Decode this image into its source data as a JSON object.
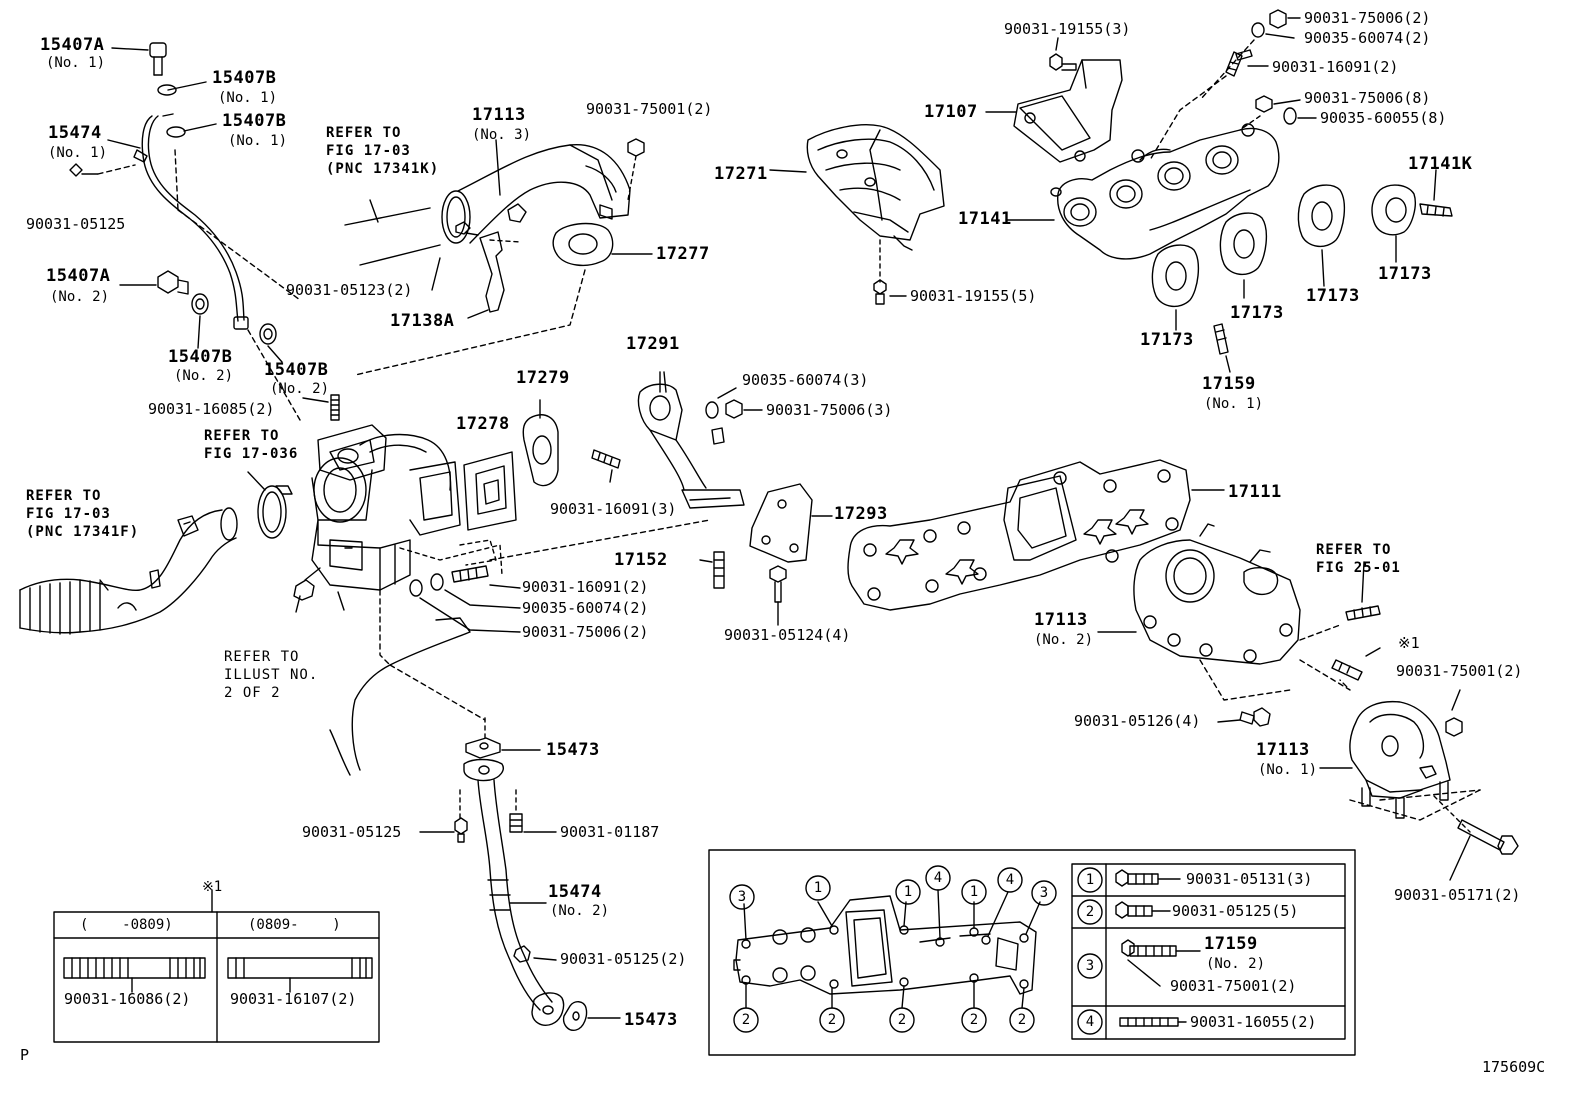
{
  "labels": {
    "p15407a_1": "15407A",
    "p15407a_1_sub": "(No. 1)",
    "p15407b_1a": "15407B",
    "p15407b_1a_sub": "(No. 1)",
    "p15407b_1b": "15407B",
    "p15407b_1b_sub": "(No. 1)",
    "p15474_1": "15474",
    "p15474_1_sub": "(No. 1)",
    "b9003105125_a": "90031-05125",
    "p15407a_2": "15407A",
    "p15407a_2_sub": "(No. 2)",
    "p15407b_2a": "15407B",
    "p15407b_2a_sub": "(No. 2)",
    "p15407b_2b": "15407B",
    "p15407b_2b_sub": "(No. 2)",
    "b9003116085": "90031-16085(2)",
    "ref1703_k": [
      "REFER TO",
      "FIG 17-03",
      "(PNC 17341K)"
    ],
    "p17113_3": "17113",
    "p17113_3_sub": "(No. 3)",
    "b9003175001_a": "90031-75001(2)",
    "b9003105123": "90031-05123(2)",
    "p17277": "17277",
    "p17138a": "17138A",
    "ref1703_6": [
      "REFER TO",
      "FIG 17-03"
    ],
    "ref1703_f": [
      "REFER TO",
      "FIG 17-03",
      "(PNC 17341F)"
    ],
    "p17278": "17278",
    "p17279": "17279",
    "p17291": "17291",
    "b9003560074_3": "90035-60074(3)",
    "b9003175006_3": "90031-75006(3)",
    "b9003116091_3": "90031-16091(3)",
    "p17293": "17293",
    "p17152": "17152",
    "b9003116091_2a": "90031-16091(2)",
    "b9003560074_2a": "90035-60074(2)",
    "b9003175006_2a": "90031-75006(2)",
    "b9003105124": "90031-05124(4)",
    "refillust": [
      "REFER TO",
      "ILLUST NO.",
      "2 OF 2"
    ],
    "b9003119155_3": "90031-19155(3)",
    "p17107": "17107",
    "p17271": "17271",
    "b9003119155_5": "90031-19155(5)",
    "b9003175006_2b": "90031-75006(2)",
    "b9003560074_2b": "90035-60074(2)",
    "b9003116091_2b": "90031-16091(2)",
    "b9003175006_8": "90031-75006(8)",
    "b9003560055_8": "90035-60055(8)",
    "p17141k": "17141K",
    "p17141": "17141",
    "p17173_a": "17173",
    "p17173_b": "17173",
    "p17173_c": "17173",
    "p17173_d": "17173",
    "p17159_1": "17159",
    "p17159_1_sub": "(No. 1)",
    "p17111": "17111",
    "ref2501": [
      "REFER TO",
      "FIG 25-01"
    ],
    "p17113_2": "17113",
    "p17113_2_sub": "(No. 2)",
    "note1": "※1",
    "b9003175001_b": "90031-75001(2)",
    "b9003105126": "90031-05126(4)",
    "p17113_1": "17113",
    "p17113_1_sub": "(No. 1)",
    "b9003105171": "90031-05171(2)",
    "p15473_a": "15473",
    "b9003105125_b": "90031-05125",
    "b9003101187": "90031-01187",
    "p15474_2": "15474",
    "p15474_2_sub": "(No. 2)",
    "b9003105125_2": "90031-05125(2)",
    "p15473_b": "15473",
    "note_table_mark": "※1",
    "footer_left": "P",
    "footer_right": "175609C"
  },
  "variant_table": {
    "col1_header": "(    -0809)",
    "col2_header": "(0809-    )",
    "col1_part": "90031-16086(2)",
    "col2_part": "90031-16107(2)"
  },
  "bolt_legend": {
    "rows": [
      {
        "num": "1",
        "part": "90031-05131(3)"
      },
      {
        "num": "2",
        "part": "90031-05125(5)"
      },
      {
        "num": "3",
        "part": "17159",
        "part_sub": "(No. 2)",
        "part2": "90031-75001(2)"
      },
      {
        "num": "4",
        "part": "90031-16055(2)"
      }
    ]
  },
  "gasket_callouts": [
    "3",
    "1",
    "1",
    "4",
    "1",
    "4",
    "3",
    "2",
    "2",
    "2",
    "2",
    "2"
  ]
}
